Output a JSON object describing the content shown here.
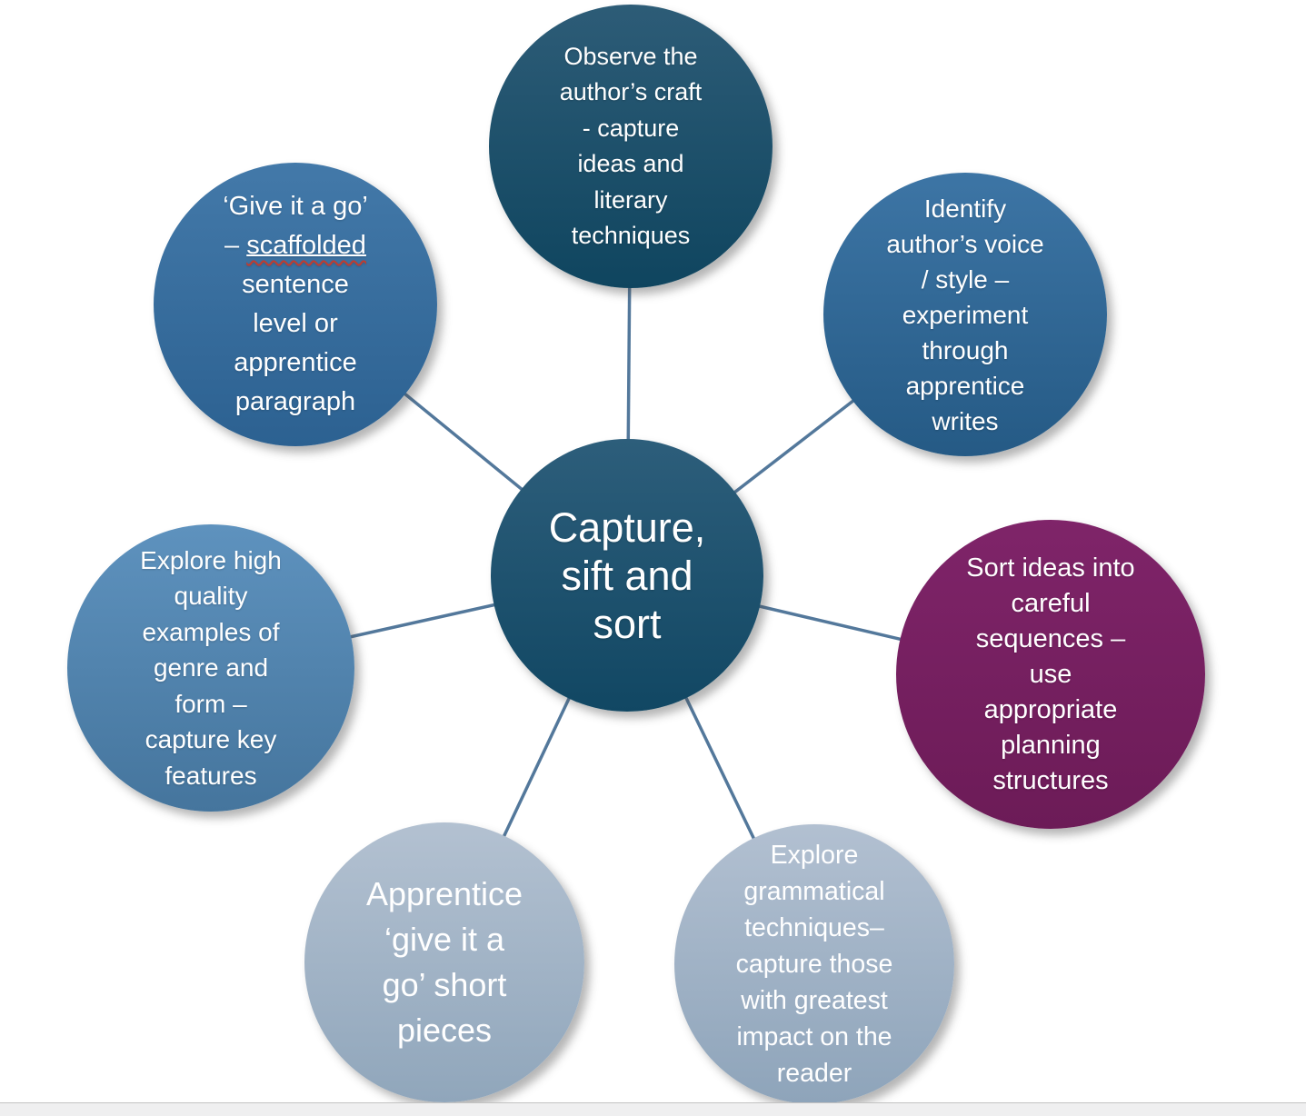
{
  "diagram": {
    "title_node": {
      "label": "Capture,\nsift and\nsort",
      "color": "#17506b"
    },
    "nodes": [
      {
        "id": "observe-authors-craft",
        "label": "Observe the\nauthor’s craft\n- capture\nideas and\nliterary\ntechniques",
        "color": "#1e516c"
      },
      {
        "id": "give-it-a-go-scaffolded",
        "label_pre": "‘Give it a go’\n– ",
        "label_underlined": "scaffolded",
        "label_post": "\nsentence\nlevel or\napprentice\nparagraph",
        "color": "#376d9d",
        "squiggle_color": "#c23b2e"
      },
      {
        "id": "identify-authors-voice",
        "label": "Identify\nauthor’s voice\n/ style –\nexperiment\nthrough\napprentice\nwrites",
        "color": "#316795"
      },
      {
        "id": "sort-ideas-into-sequences",
        "label": "Sort ideas into\ncareful\nsequences –\nuse\nappropriate\nplanning\nstructures",
        "color": "#7b2167"
      },
      {
        "id": "explore-grammatical-techniques",
        "label": "Explore\ngrammatical\ntechniques–\ncapture those\nwith greatest\nimpact on the\nreader",
        "color": "#a0b3c6"
      },
      {
        "id": "apprentice-short-pieces",
        "label": "Apprentice\n‘give it a\ngo’ short\npieces",
        "color": "#a2b4c7"
      },
      {
        "id": "explore-genre-and-form",
        "label": "Explore high\nquality\nexamples of\ngenre and\nform –\ncapture key\nfeatures",
        "color": "#5184ae"
      }
    ],
    "connector_color": "#53789b",
    "text_color": "#ffffff"
  }
}
